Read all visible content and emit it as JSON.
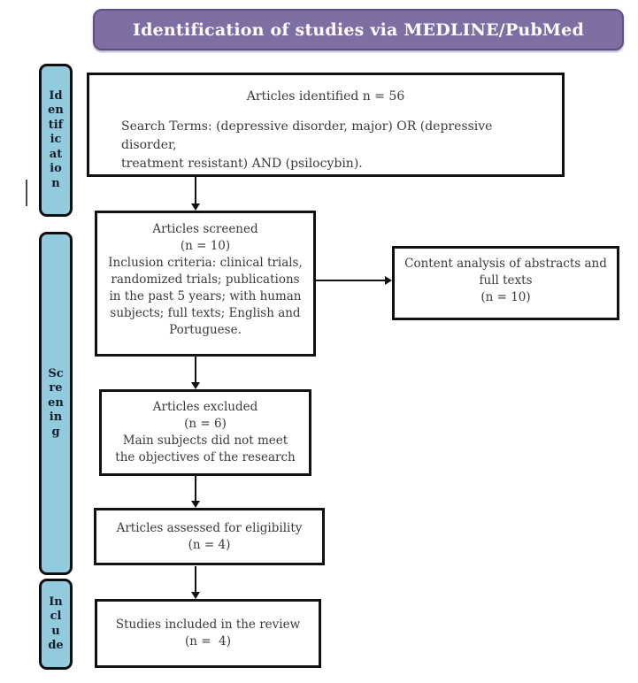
{
  "header": {
    "title": "Identification of studies via MEDLINE/PubMed"
  },
  "colors": {
    "banner_fill": "#7f6ea4",
    "banner_border": "#5e4f87",
    "banner_text": "#ffffff",
    "stage_fill": "#92cbdd",
    "stage_border": "#0f0f0f",
    "box_border": "#111111",
    "box_fill": "#ffffff",
    "text": "#3a3a3a"
  },
  "stages": [
    {
      "name": "Identification",
      "text": "Id\nen\ntif\nic\nat\nio\nn"
    },
    {
      "name": "Screening",
      "text": "Sc\nre\nen\nin\ng"
    },
    {
      "name": "Include",
      "text": "In\ncl\nu\nde"
    }
  ],
  "boxes": {
    "identified": {
      "title": "Articles identified n = 56",
      "body": "Search Terms: (depressive disorder, major) OR (depressive disorder,\ntreatment resistant) AND (psilocybin)."
    },
    "screened": {
      "text": "Articles screened\n(n = 10)\nInclusion criteria: clinical trials,\nrandomized trials; publications\nin the past 5 years; with human\nsubjects; full texts; English and\nPortuguese."
    },
    "content_analysis": {
      "text": "Content analysis of abstracts and\nfull texts\n(n = 10)"
    },
    "excluded": {
      "text": "Articles excluded\n(n = 6)\nMain subjects did not meet\nthe objectives of the research"
    },
    "assessed": {
      "text": "Articles assessed for eligibility\n(n = 4)"
    },
    "included": {
      "text": "Studies included in the review\n(n =  4)"
    }
  }
}
